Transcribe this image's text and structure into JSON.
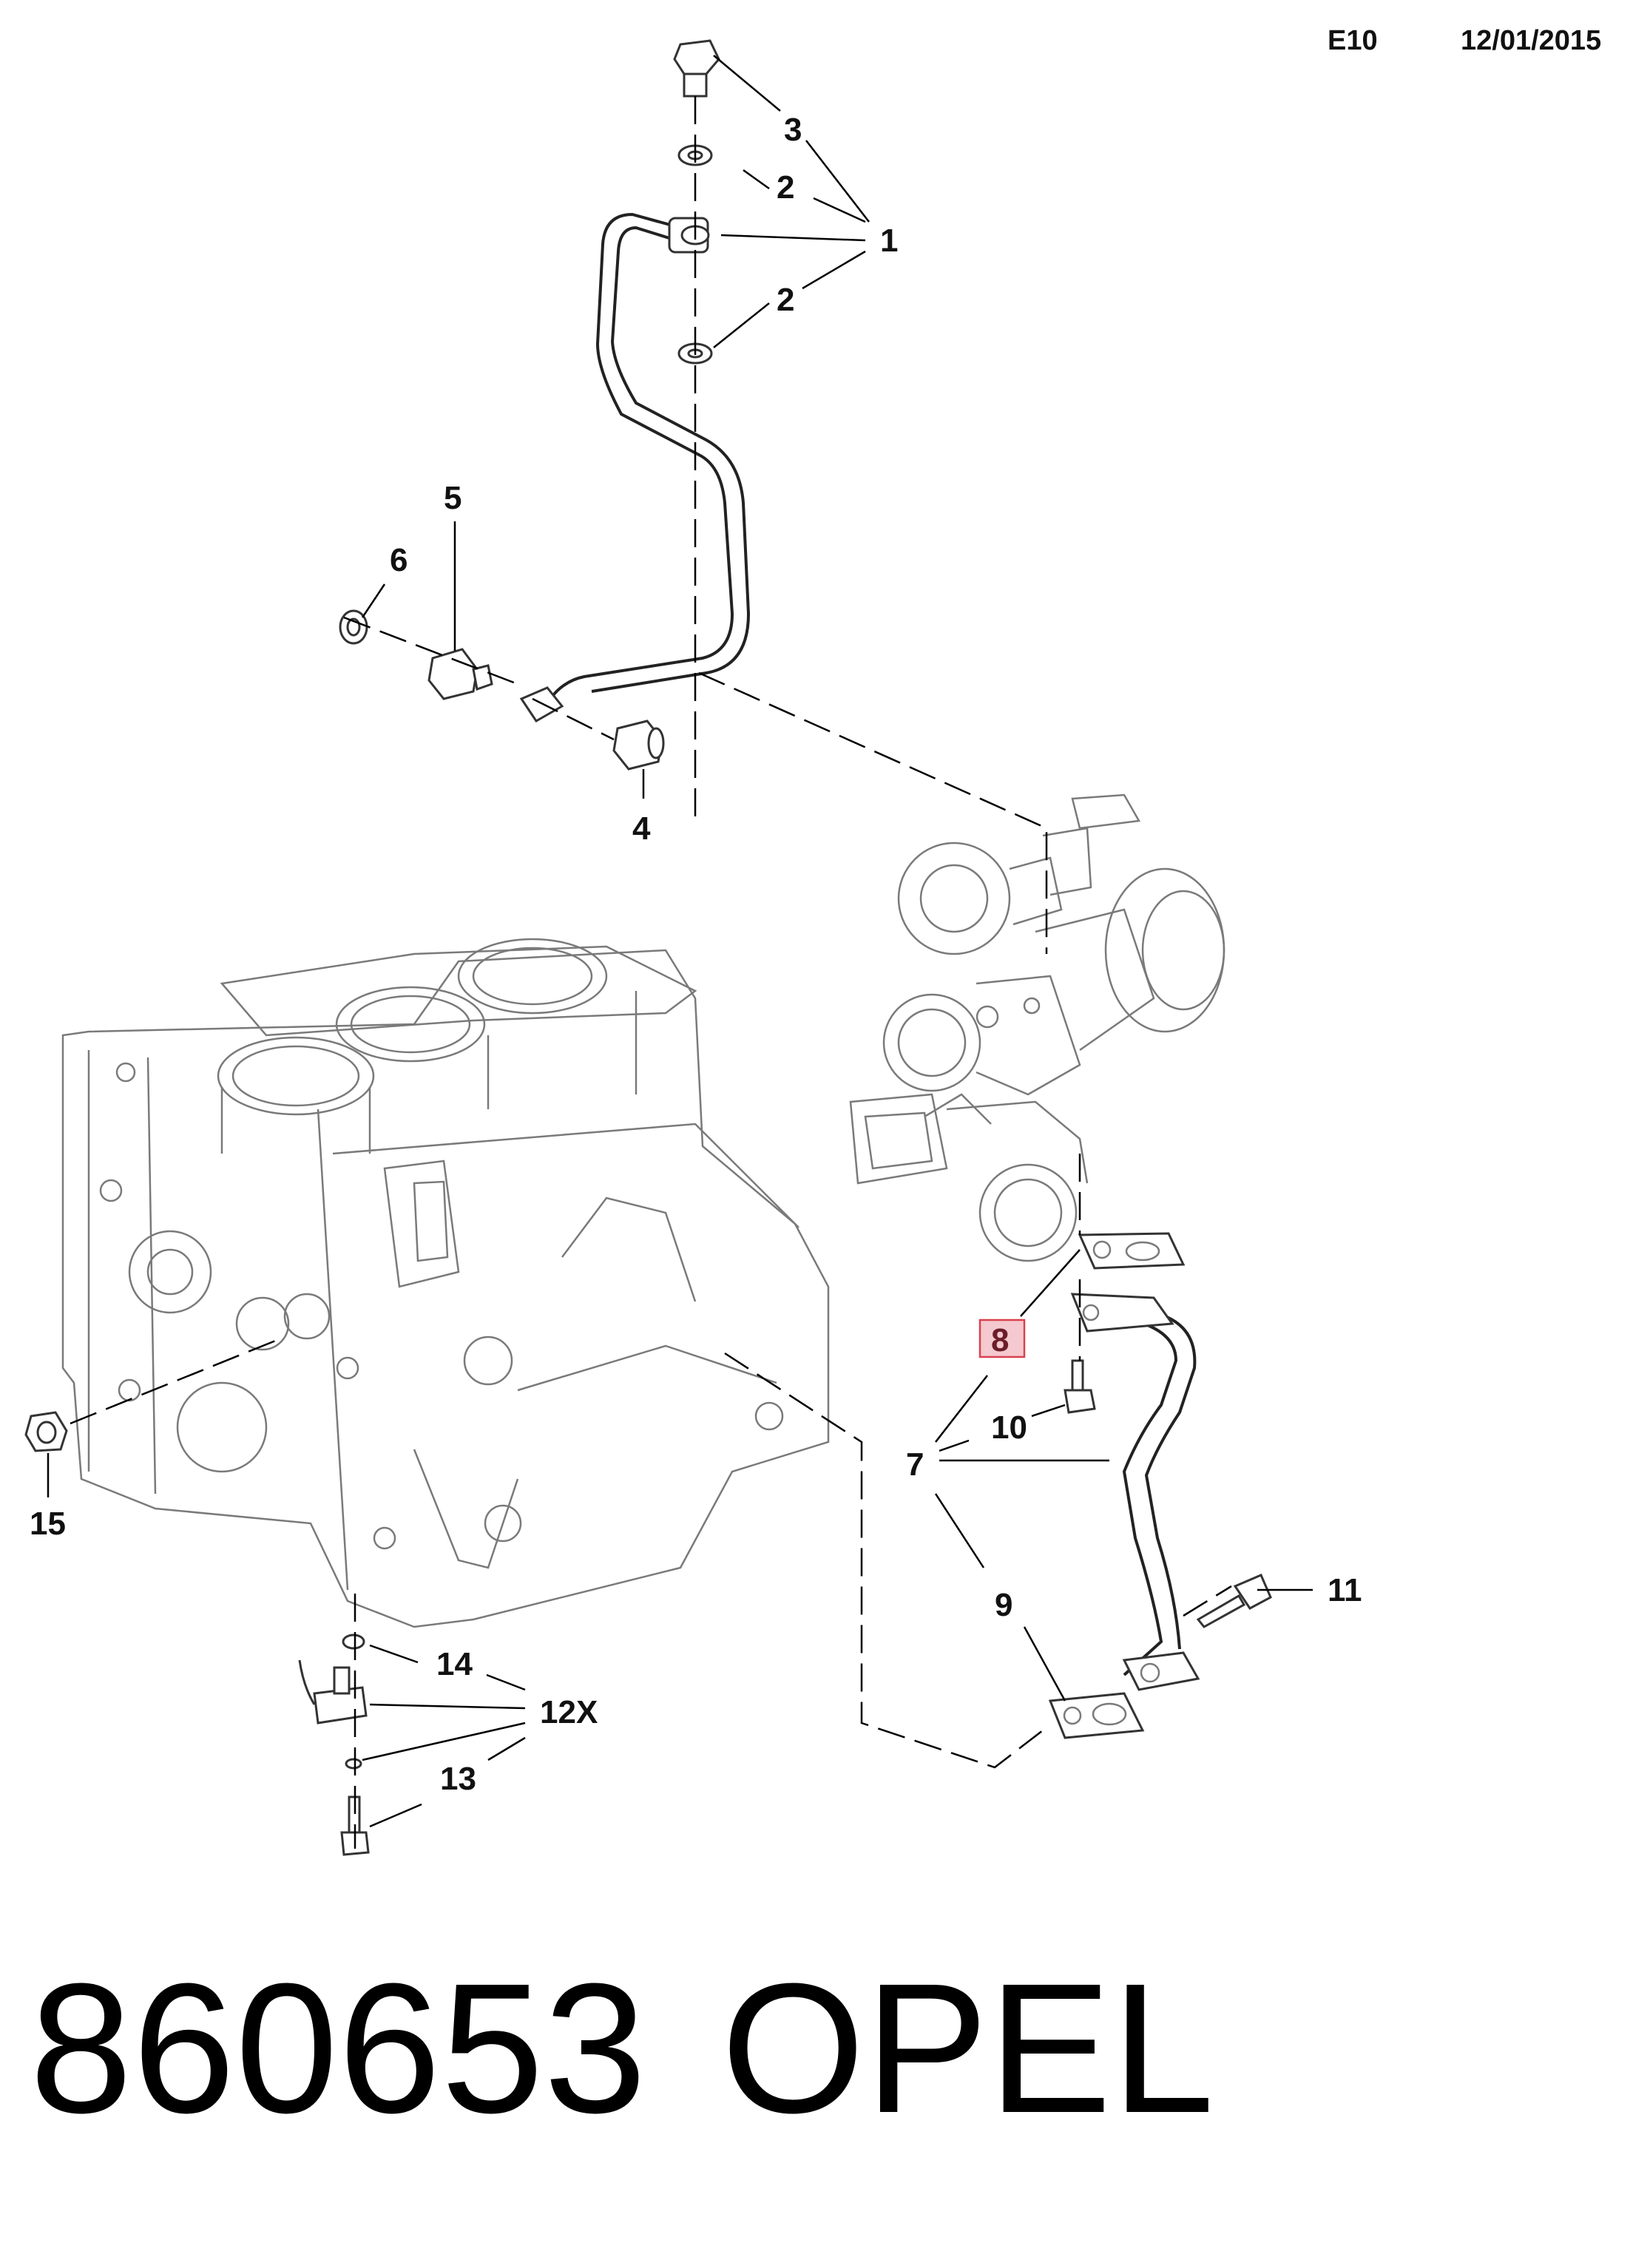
{
  "header": {
    "code": "E10",
    "date": "12/01/2015"
  },
  "callouts": [
    {
      "id": "1",
      "text": "1"
    },
    {
      "id": "2a",
      "text": "2"
    },
    {
      "id": "2b",
      "text": "2"
    },
    {
      "id": "3",
      "text": "3"
    },
    {
      "id": "4",
      "text": "4"
    },
    {
      "id": "5",
      "text": "5"
    },
    {
      "id": "6",
      "text": "6"
    },
    {
      "id": "7",
      "text": "7"
    },
    {
      "id": "8",
      "text": "8",
      "highlighted": true
    },
    {
      "id": "9",
      "text": "9"
    },
    {
      "id": "10",
      "text": "10"
    },
    {
      "id": "11",
      "text": "11"
    },
    {
      "id": "12X",
      "text": "12X"
    },
    {
      "id": "13",
      "text": "13"
    },
    {
      "id": "14",
      "text": "14"
    },
    {
      "id": "15",
      "text": "15"
    }
  ],
  "footer": {
    "part_number": "860653",
    "brand": "OPEL"
  },
  "colors": {
    "highlight_box_fill": "#f4c9cf",
    "highlight_box_border": "#d9414f",
    "highlight_text": "#6b1d2a"
  }
}
